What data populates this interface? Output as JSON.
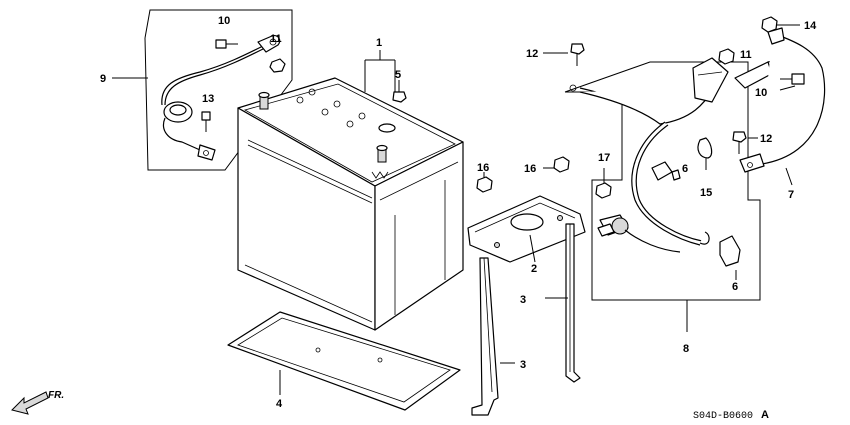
{
  "callouts": {
    "c1": "1",
    "c2": "2",
    "c3a": "3",
    "c3b": "3",
    "c4": "4",
    "c5": "5",
    "c6a": "6",
    "c6b": "6",
    "c7": "7",
    "c8": "8",
    "c9": "9",
    "c10a": "10",
    "c10b": "10",
    "c11a": "11",
    "c11b": "11",
    "c12a": "12",
    "c12b": "12",
    "c13": "13",
    "c14": "14",
    "c15": "15",
    "c16a": "16",
    "c16b": "16",
    "c17": "17"
  },
  "front_label": "FR.",
  "diagram_code": "S04D-B0600",
  "diagram_code_suffix": "A"
}
